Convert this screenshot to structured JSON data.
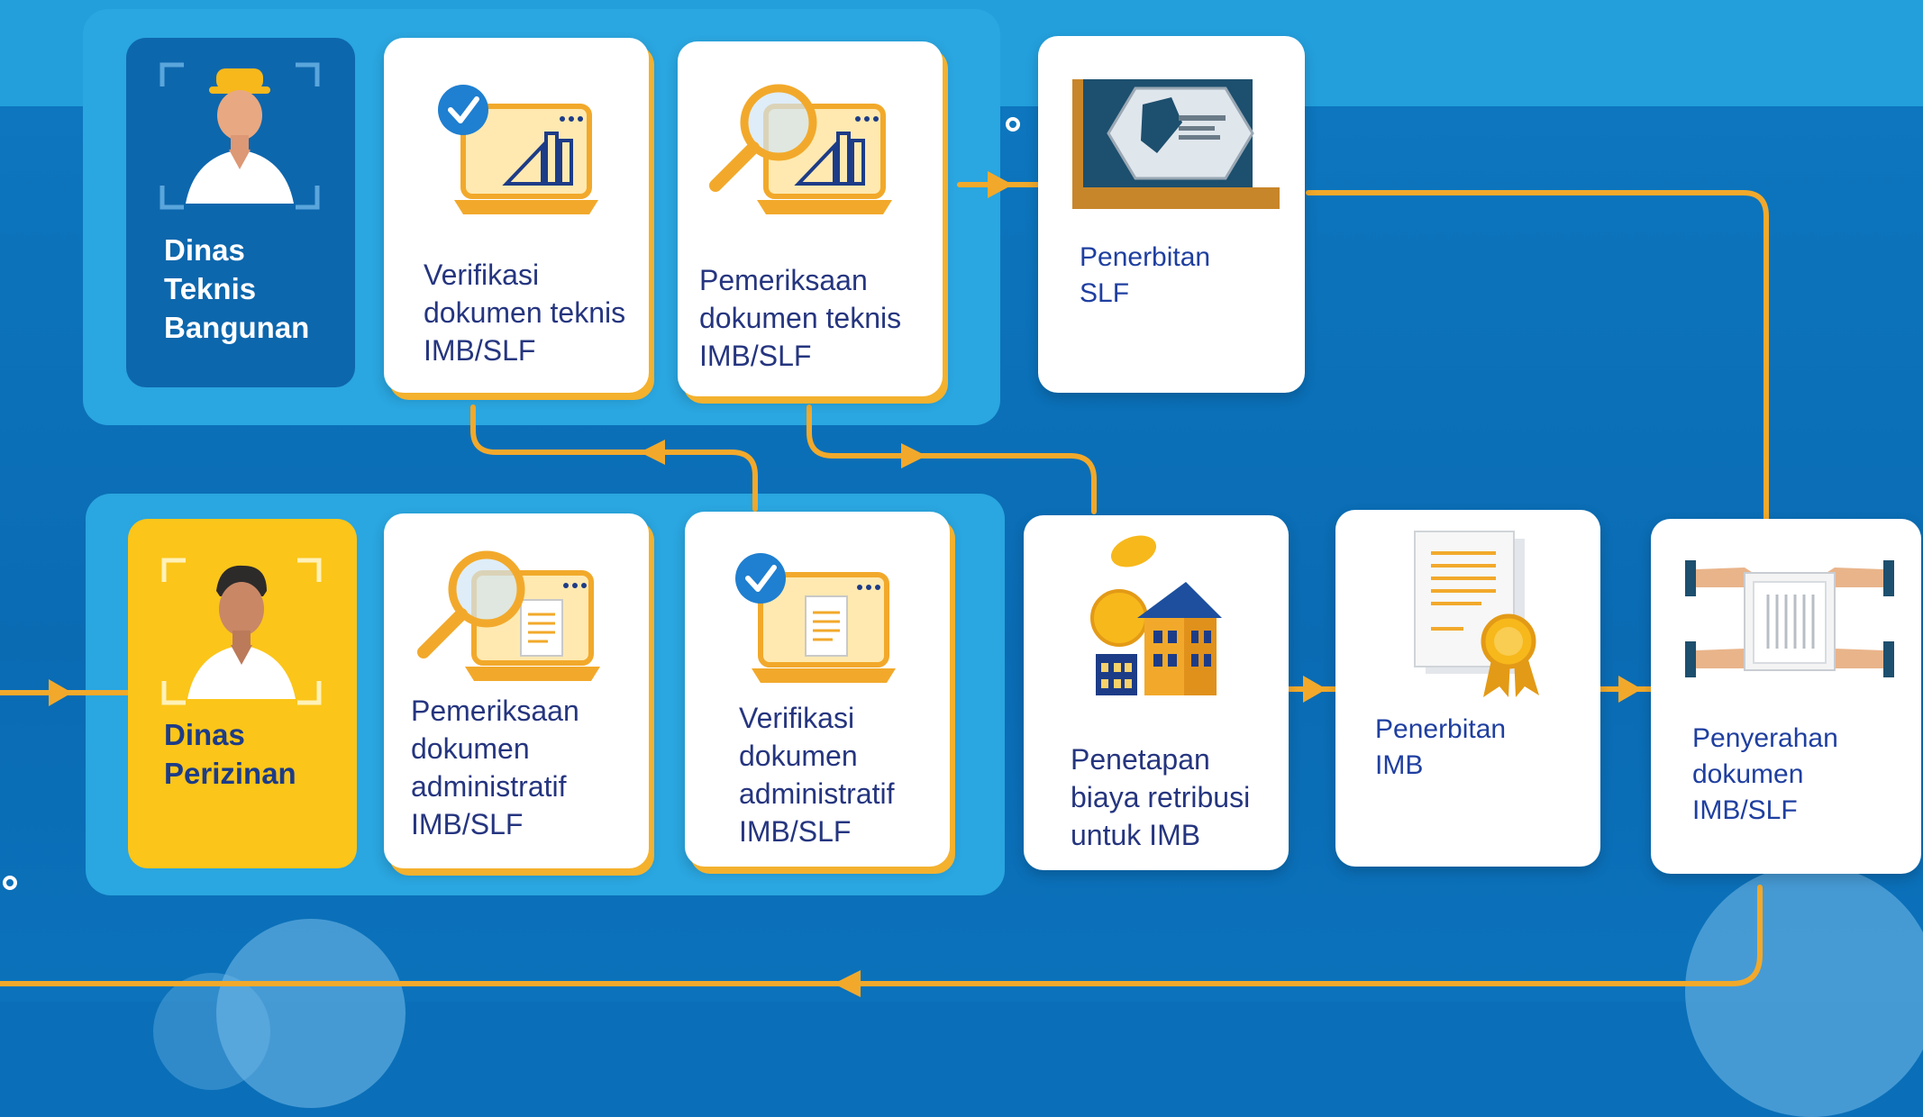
{
  "actors": {
    "technical": {
      "label": "Dinas\nTeknis\nBangunan"
    },
    "permit": {
      "label": "Dinas\nPerizinan"
    }
  },
  "steps": {
    "verify_tech": {
      "label": "Verifikasi\ndokumen teknis\nIMB/SLF"
    },
    "inspect_tech": {
      "label": "Pemeriksaan\ndokumen teknis\nIMB/SLF"
    },
    "issue_slf": {
      "label": "Penerbitan\nSLF"
    },
    "inspect_admin": {
      "label": "Pemeriksaan\ndokumen\nadministratif\nIMB/SLF"
    },
    "verify_admin": {
      "label": "Verifikasi\ndokumen\nadministratif\nIMB/SLF"
    },
    "fee": {
      "label": "Penetapan\nbiaya retribusi\nuntuk IMB"
    },
    "issue_imb": {
      "label": "Penerbitan\nIMB"
    },
    "handover": {
      "label": "Penyerahan\ndokumen\nIMB/SLF"
    }
  },
  "colors": {
    "flow_line": "#f2a92b",
    "card_shadow": "#f3b12e",
    "technical_actor": "#0d67ad",
    "permit_actor": "#fbc51a",
    "panel": "#2aa6e0",
    "text": "#25357f"
  },
  "icons": [
    "engineer-avatar-icon",
    "officer-avatar-icon",
    "verify-blueprint-monitor-icon",
    "inspect-blueprint-monitor-icon",
    "slf-certificate-plaque-icon",
    "inspect-document-monitor-icon",
    "verify-document-monitor-icon",
    "coin-building-icon",
    "certificate-award-icon",
    "handover-document-icon"
  ]
}
